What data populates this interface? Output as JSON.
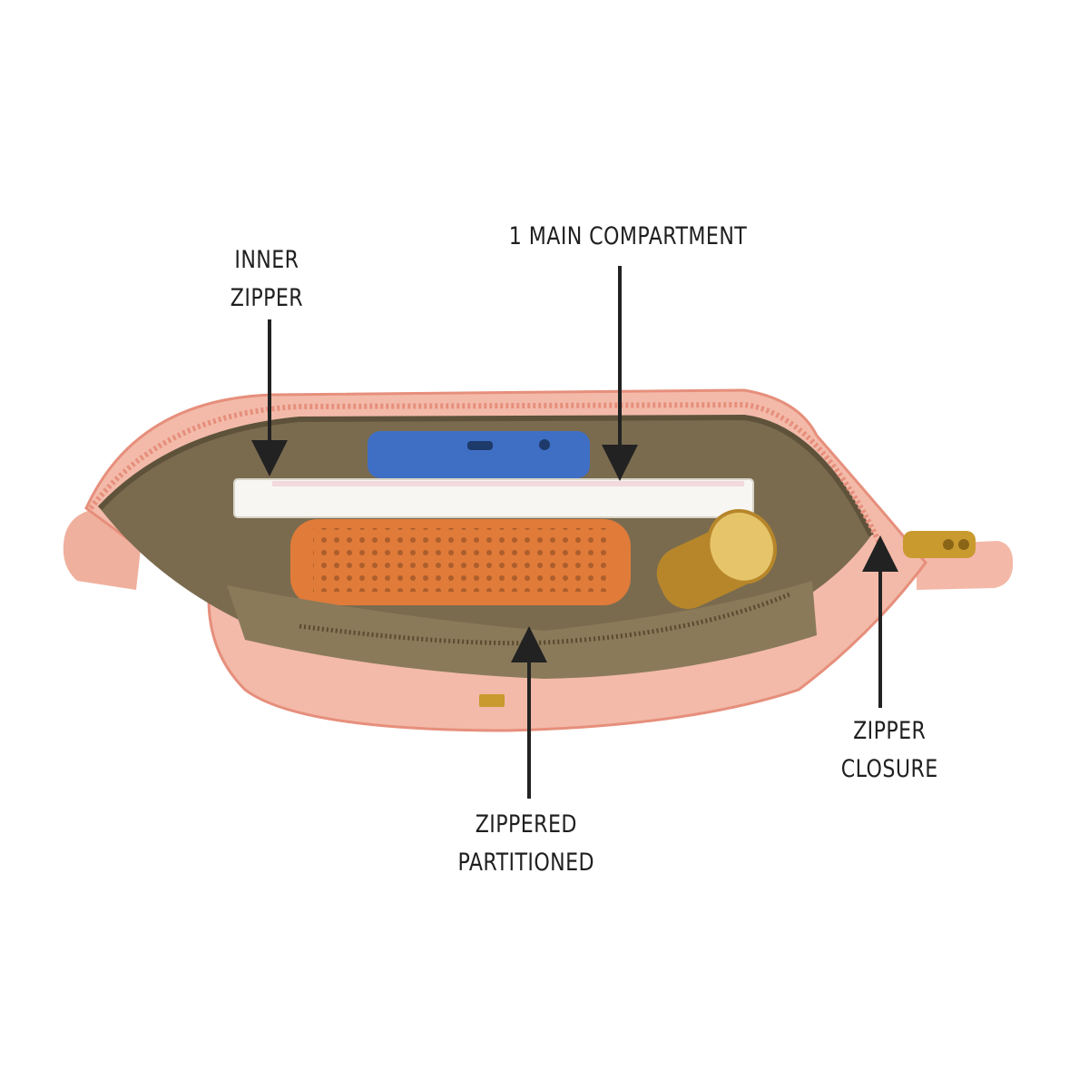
{
  "callouts": {
    "main_compartment": "1 MAIN COMPARTMENT",
    "inner_zipper": [
      "INNER",
      "ZIPPER"
    ],
    "zipper_closure": [
      "ZIPPER",
      "CLOSURE"
    ],
    "zippered_partitioned": [
      "ZIPPERED",
      "PARTITIONED"
    ]
  },
  "colors": {
    "bag_pink": "#f2b6a6",
    "bag_edge": "#e68f7c",
    "lining": "#7a6b4f",
    "phone": "#3f6fc4",
    "wallet": "#e07b3a",
    "gold": "#c99a2e",
    "arrow": "#222222"
  }
}
